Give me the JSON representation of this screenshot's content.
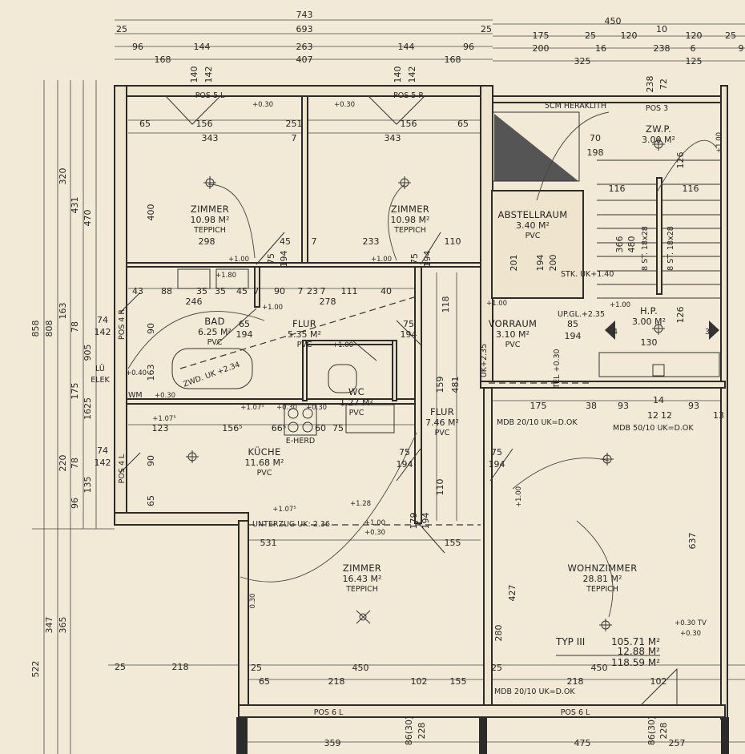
{
  "rooms": [
    {
      "name": "ZIMMER",
      "area": "10.98 M²",
      "floor": "TEPPICH"
    },
    {
      "name": "ZIMMER",
      "area": "10.98 M²",
      "floor": "TEPPICH"
    },
    {
      "name": "ABSTELLRAUM",
      "area": "3.40 M²",
      "floor": "PVC"
    },
    {
      "name": "ZW.P.",
      "area": "3.00 M²",
      "floor": ""
    },
    {
      "name": "BAD",
      "area": "6.25 M²",
      "floor": "PVC"
    },
    {
      "name": "FLUR",
      "area": "5.35 M²",
      "floor": "PVC"
    },
    {
      "name": "VORRAUM",
      "area": "3.10 M²",
      "floor": "PVC"
    },
    {
      "name": "H.P.",
      "area": "3.00 M²",
      "floor": ""
    },
    {
      "name": "WC",
      "area": "1.27 M²",
      "floor": "PVC"
    },
    {
      "name": "FLUR",
      "area": "7.46 M²",
      "floor": "PVC"
    },
    {
      "name": "KÜCHE",
      "area": "11.68 M²",
      "floor": "PVC"
    },
    {
      "name": "ZIMMER",
      "area": "16.43 M²",
      "floor": "TEPPICH"
    },
    {
      "name": "WOHNZIMMER",
      "area": "28.81 M²",
      "floor": "TEPPICH"
    }
  ],
  "summary": {
    "type": "TYP III",
    "area_1": "105.71 M²",
    "area_2": "12.88 M²",
    "total": "118.59 M²"
  },
  "annotations": [
    "5CM HERAKLITH",
    "POS 5 L",
    "POS 5 R",
    "POS 3",
    "POS 6 L",
    "POS 6 L",
    "POS 4 R",
    "POS 4 L",
    "ZWD. UK +2.34",
    "UNTERZUG UK: 2.36",
    "E-HERD",
    "MDB 20/10 UK=D.OK",
    "MDB 50/10 UK=D.OK",
    "MDB 20/10 UK=D.OK",
    "UK+2.35",
    "LÜ",
    "ELEK",
    "WM",
    "STK. UK+1.40",
    "UP.GL.+2.35",
    "8 ST. 18x28",
    "8 ST. 18x28",
    "TEL +0.30",
    "4",
    "3"
  ],
  "dimensions": [
    "743",
    "25",
    "693",
    "25",
    "96",
    "144",
    "263",
    "144",
    "96",
    "168",
    "407",
    "168",
    "140",
    "142",
    "140",
    "142",
    "450",
    "175",
    "25",
    "120",
    "10",
    "120",
    "25",
    "200",
    "16",
    "238",
    "6",
    "125",
    "325",
    "9",
    "238",
    "72",
    "65",
    "156",
    "251",
    "343",
    "156",
    "65",
    "343",
    "7",
    "400",
    "298",
    "233",
    "110",
    "45",
    "7",
    "75",
    "194",
    "75",
    "194",
    "43",
    "88",
    "35",
    "35",
    "45",
    "7",
    "90",
    "7",
    "23",
    "7",
    "111",
    "40",
    "246",
    "278",
    "65",
    "194",
    "75",
    "194",
    "858",
    "808",
    "320",
    "431",
    "470",
    "163",
    "78",
    "905",
    "175",
    "1625",
    "220",
    "78",
    "135",
    "96",
    "74",
    "142",
    "74",
    "142",
    "522",
    "347",
    "365",
    "123",
    "156⁵",
    "66⁵",
    "60",
    "75",
    "75",
    "194",
    "75",
    "194",
    "531",
    "155",
    "179",
    "194",
    "25",
    "218",
    "25",
    "450",
    "65",
    "218",
    "102",
    "155",
    "25",
    "450",
    "218",
    "102",
    "359",
    "228",
    "86(30)",
    "475",
    "257",
    "228",
    "86(30)",
    "637",
    "427",
    "280",
    "175",
    "38",
    "93",
    "14",
    "12",
    "12",
    "93",
    "13",
    "481",
    "118",
    "159",
    "110",
    "201",
    "194",
    "200",
    "70",
    "198",
    "116",
    "116",
    "366",
    "480",
    "126",
    "126",
    "130",
    "85",
    "194",
    "90",
    "163",
    "90",
    "65"
  ],
  "elevations": [
    "+0.30",
    "+0.30",
    "+1.00",
    "+1.00",
    "+1.00",
    "+1.00",
    "+1.07⁵",
    "+0.30",
    "+0.30",
    "+1.07⁵",
    "+1.07⁵",
    "+1.28",
    "+1.00",
    "+0.30",
    "+1.00",
    "+1.00",
    "+0.30",
    "+0.40",
    "+0.30 TV",
    "+0.30",
    "0.30",
    "+1.80",
    "+1.00",
    "+1.00"
  ]
}
